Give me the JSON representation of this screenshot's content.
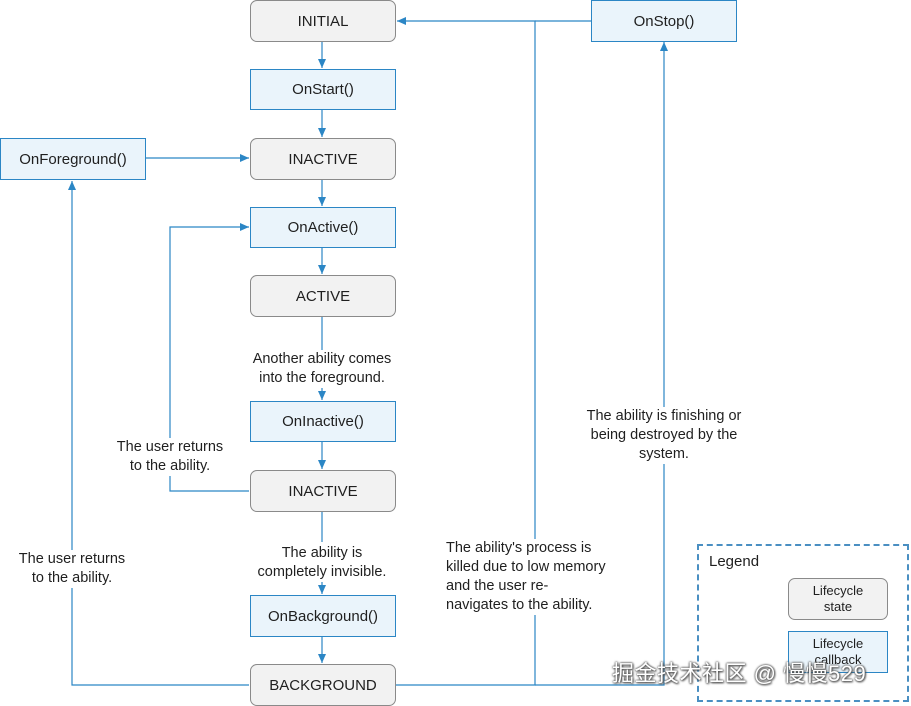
{
  "states": {
    "initial": "INITIAL",
    "inactive_1": "INACTIVE",
    "active": "ACTIVE",
    "inactive_2": "INACTIVE",
    "background": "BACKGROUND"
  },
  "callbacks": {
    "on_start": "OnStart()",
    "on_foreground": "OnForeground()",
    "on_active": "OnActive()",
    "on_inactive": "OnInactive()",
    "on_background": "OnBackground()",
    "on_stop": "OnStop()"
  },
  "labels": {
    "another_ability": [
      "Another ability comes",
      "into the foreground."
    ],
    "user_returns_mid": [
      "The user returns",
      "to the ability."
    ],
    "completely_invisible": [
      "The ability is",
      "completely invisible."
    ],
    "user_returns_left": [
      "The user returns",
      "to the ability."
    ],
    "process_killed": [
      "The ability's process is",
      "killed due to low memory",
      "and the user re-",
      "navigates to the ability."
    ],
    "finishing": [
      "The ability is finishing or",
      "being destroyed by the",
      "system."
    ]
  },
  "legend": {
    "title": "Legend",
    "state_label": "Lifecycle state",
    "callback_label": "Lifecycle callback"
  },
  "colors": {
    "connector": "#2b86c5",
    "state_fill": "#f2f2f2",
    "state_border": "#8a8a8a",
    "callback_fill": "#eaf4fb",
    "callback_border": "#2b86c5"
  },
  "watermark": "掘金技术社区 @ 慢慢529"
}
